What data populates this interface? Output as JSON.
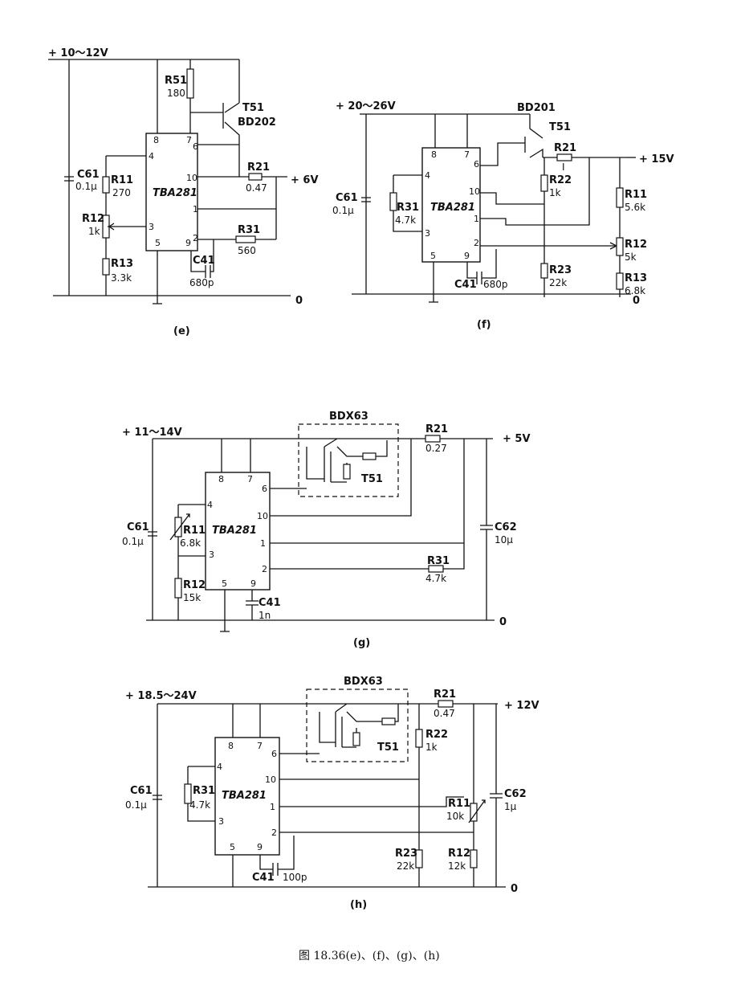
{
  "diagrams": [
    {
      "id": "e",
      "sub_label": "(e)",
      "supply_in": "+ 10～12V",
      "supply_out": "+ 6V",
      "ground": "0",
      "ic": {
        "name": "TBA281",
        "pins": [
          "8",
          "7",
          "6",
          "4",
          "10",
          "1",
          "3",
          "5",
          "9",
          "2"
        ]
      },
      "transistor": {
        "name": "T51",
        "model": "BD202"
      },
      "components": [
        {
          "name": "R51",
          "value": "180"
        },
        {
          "name": "R21",
          "value": "0.47"
        },
        {
          "name": "R31",
          "value": "560"
        },
        {
          "name": "C41",
          "value": "680p"
        },
        {
          "name": "C61",
          "value": "0.1μ"
        },
        {
          "name": "R11",
          "value": "270"
        },
        {
          "name": "R12",
          "value": "1k"
        },
        {
          "name": "R13",
          "value": "3.3k"
        }
      ]
    },
    {
      "id": "f",
      "sub_label": "(f)",
      "supply_in": "+ 20～26V",
      "supply_out": "+ 15V",
      "ground": "0",
      "ic": {
        "name": "TBA281",
        "pins": [
          "8",
          "7",
          "6",
          "4",
          "10",
          "1",
          "3",
          "2",
          "5",
          "9"
        ]
      },
      "transistor": {
        "name": "T51",
        "model": "BD201"
      },
      "components": [
        {
          "name": "R21",
          "value": "I"
        },
        {
          "name": "R22",
          "value": "1k"
        },
        {
          "name": "R23",
          "value": "22k"
        },
        {
          "name": "R31",
          "value": "4.7k"
        },
        {
          "name": "C41",
          "value": "680p"
        },
        {
          "name": "C61",
          "value": "0.1μ"
        },
        {
          "name": "R11",
          "value": "5.6k"
        },
        {
          "name": "R12",
          "value": "5k"
        },
        {
          "name": "R13",
          "value": "6.8k"
        }
      ]
    },
    {
      "id": "g",
      "sub_label": "(g)",
      "supply_in": "+ 11～14V",
      "supply_out": "+ 5V",
      "ground": "0",
      "ic": {
        "name": "TBA281",
        "pins": [
          "8",
          "7",
          "6",
          "4",
          "10",
          "1",
          "3",
          "2",
          "5",
          "9"
        ]
      },
      "transistor": {
        "name": "T51",
        "model": "BDX63"
      },
      "components": [
        {
          "name": "R21",
          "value": "0.27"
        },
        {
          "name": "C61",
          "value": "0.1μ"
        },
        {
          "name": "R11",
          "value": "6.8k"
        },
        {
          "name": "R12",
          "value": "15k"
        },
        {
          "name": "C41",
          "value": "1n"
        },
        {
          "name": "R31",
          "value": "4.7k"
        },
        {
          "name": "C62",
          "value": "10μ"
        }
      ]
    },
    {
      "id": "h",
      "sub_label": "(h)",
      "supply_in": "+ 18.5～24V",
      "supply_out": "+ 12V",
      "ground": "0",
      "ic": {
        "name": "TBA281",
        "pins": [
          "8",
          "7",
          "6",
          "4",
          "10",
          "1",
          "3",
          "2",
          "5",
          "9"
        ]
      },
      "transistor": {
        "name": "T51",
        "model": "BDX63"
      },
      "components": [
        {
          "name": "R21",
          "value": "0.47"
        },
        {
          "name": "R22",
          "value": "1k"
        },
        {
          "name": "C61",
          "value": "0.1μ"
        },
        {
          "name": "R31",
          "value": "4.7k"
        },
        {
          "name": "C41",
          "value": "100p"
        },
        {
          "name": "R23",
          "value": "22k"
        },
        {
          "name": "R11",
          "value": "10k"
        },
        {
          "name": "R12",
          "value": "12k"
        },
        {
          "name": "C62",
          "value": "1μ"
        }
      ]
    }
  ],
  "caption": "图 18.36(e)、(f)、(g)、(h)"
}
